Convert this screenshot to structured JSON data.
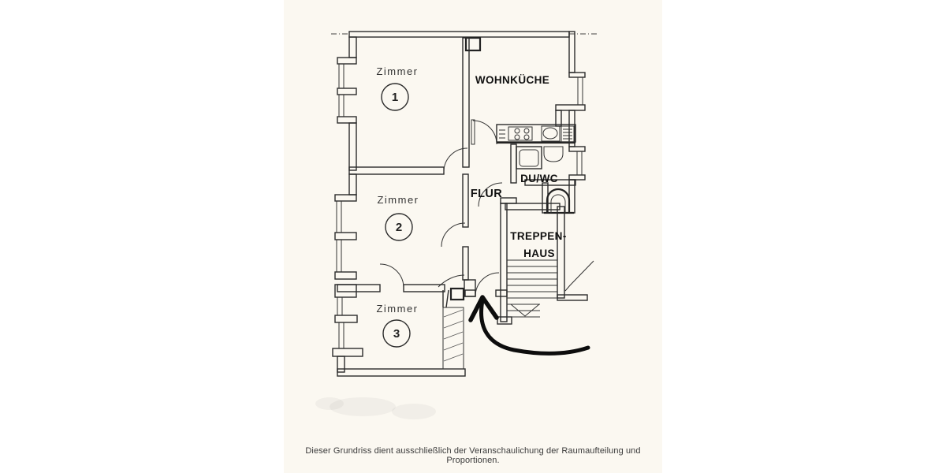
{
  "panel": {
    "background_color": "#fbf8f1",
    "ink_color": "#2b2b2b"
  },
  "plan": {
    "rooms": [
      {
        "label": "Zimmer",
        "number": "1"
      },
      {
        "label": "Zimmer",
        "number": "2"
      },
      {
        "label": "Zimmer",
        "number": "3"
      }
    ],
    "labels": {
      "kitchen": "WOHNKÜCHE",
      "bath": "DU/WC",
      "hall": "FLUR",
      "stair_line1": "TREPPEN-",
      "stair_line2": "HAUS"
    }
  },
  "caption": "Dieser Grundriss dient ausschließlich der Veranschaulichung der Raumaufteilung und Proportionen."
}
